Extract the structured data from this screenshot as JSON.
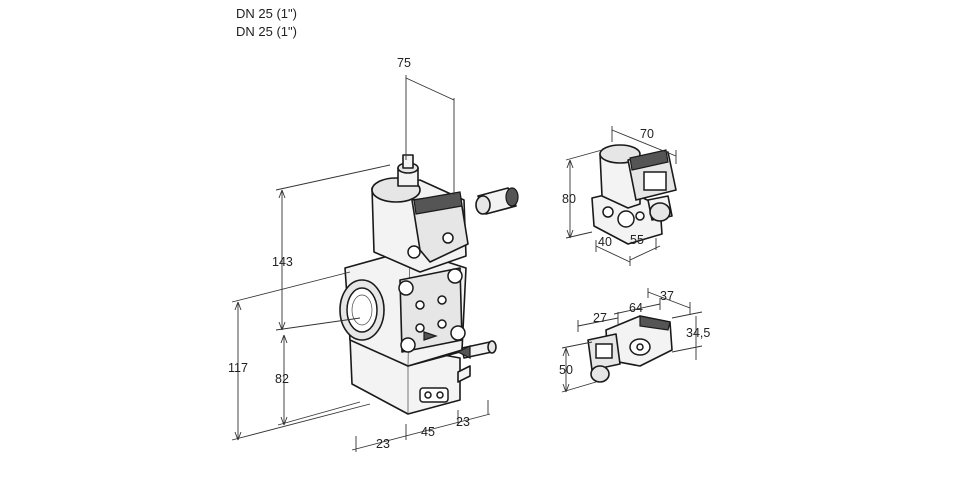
{
  "header": {
    "line1": "DN 25 (1\")",
    "line2": "DN 25 (1\")"
  },
  "main_view": {
    "dim_width_top": "75",
    "dim_height_total": "143",
    "dim_height_left": "117",
    "dim_height_bottom": "82",
    "dim_base_left": "23",
    "dim_base_mid": "45",
    "dim_base_right": "23"
  },
  "actuator_view": {
    "dim_width": "70",
    "dim_height": "80",
    "dim_depth_left": "40",
    "dim_depth_right": "55"
  },
  "switch_view": {
    "dim_a": "27",
    "dim_b": "64",
    "dim_c": "37",
    "dim_d": "34,5",
    "dim_height": "50"
  }
}
